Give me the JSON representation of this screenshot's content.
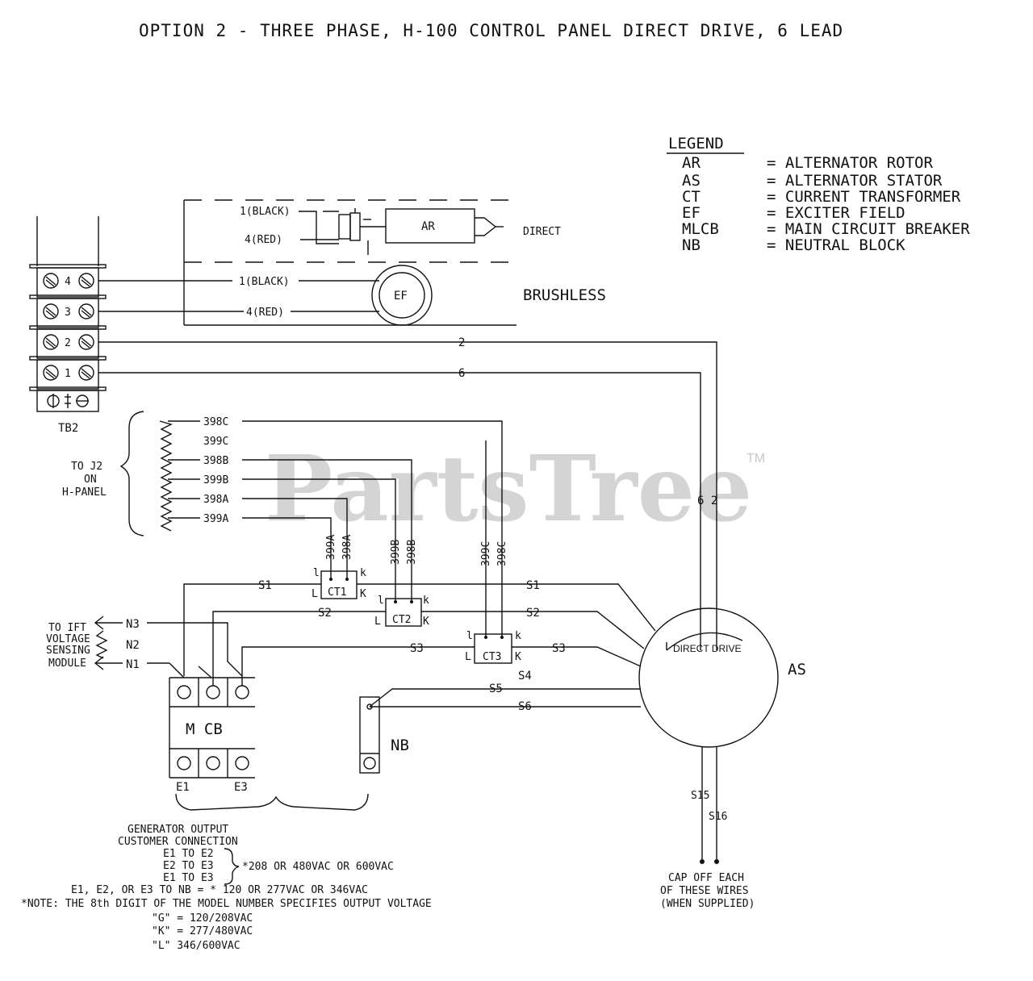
{
  "title": "OPTION 2 - THREE PHASE, H-100 CONTROL PANEL DIRECT DRIVE, 6 LEAD",
  "watermark": {
    "text": "PartsTree",
    "tm": "TM"
  },
  "legend": {
    "heading": "LEGEND",
    "entries": [
      {
        "abbr": "AR",
        "desc": "= ALTERNATOR ROTOR"
      },
      {
        "abbr": "AS",
        "desc": "= ALTERNATOR STATOR"
      },
      {
        "abbr": "CT",
        "desc": "= CURRENT TRANSFORMER"
      },
      {
        "abbr": "EF",
        "desc": "= EXCITER FIELD"
      },
      {
        "abbr": "MLCB",
        "desc": "= MAIN CIRCUIT BREAKER"
      },
      {
        "abbr": "NB",
        "desc": "= NEUTRAL BLOCK"
      }
    ]
  },
  "tb2": {
    "label": "TB2",
    "terminals": [
      "4",
      "3",
      "2",
      "1"
    ]
  },
  "direct_box": {
    "wire1": "1(BLACK)",
    "wire4": "4(RED)",
    "rotor": "AR",
    "label": "DIRECT"
  },
  "brushless_box": {
    "wire1": "1(BLACK)",
    "wire4": "4(RED)",
    "exciter": "EF",
    "label": "BRUSHLESS"
  },
  "wires": {
    "w2": "2",
    "w6": "6",
    "pair": "6 2"
  },
  "ct_leads": [
    "398C",
    "399C",
    "398B",
    "399B",
    "398A",
    "399A"
  ],
  "to_j2": [
    "TO J2",
    "ON",
    "H-PANEL"
  ],
  "ct_vertical": {
    "ct1": [
      "399A",
      "398A"
    ],
    "ct2": [
      "399B",
      "398B"
    ],
    "ct3": [
      "399C",
      "398C"
    ]
  },
  "ct": {
    "ct1": "CT1",
    "ct2": "CT2",
    "ct3": "CT3",
    "l": "L",
    "k": "K",
    "lc": "l",
    "kc": "k"
  },
  "stator_wires": {
    "s1": "S1",
    "s2": "S2",
    "s3": "S3",
    "s4": "S4",
    "s5": "S5",
    "s6": "S6",
    "s15": "S15",
    "s16": "S16"
  },
  "stator": {
    "label": "AS",
    "inner": "DIRECT DRIVE"
  },
  "sensing": {
    "label": [
      "TO IFT",
      "VOLTAGE",
      "SENSING",
      "MODULE"
    ],
    "n3": "N3",
    "n2": "N2",
    "n1": "N1"
  },
  "breaker": {
    "label": "M CB",
    "e1": "E1",
    "e3": "E3"
  },
  "neutral": {
    "label": "NB"
  },
  "cap_note": [
    "CAP OFF EACH",
    "OF THESE WIRES",
    "(WHEN SUPPLIED)"
  ],
  "output_note": {
    "heading": [
      "GENERATOR OUTPUT",
      "CUSTOMER CONNECTION"
    ],
    "pairs": [
      "E1 TO E2",
      "E2 TO E3",
      "E1 TO E3"
    ],
    "voltage": "*208 OR 480VAC OR 600VAC",
    "neutral_line": "E1, E2, OR E3 TO NB = * 120 OR 277VAC OR 346VAC",
    "note": "*NOTE: THE 8th DIGIT OF THE MODEL NUMBER SPECIFIES OUTPUT VOLTAGE",
    "codes": [
      "\"G\" = 120/208VAC",
      "\"K\" = 277/480VAC",
      "\"L\"   346/600VAC"
    ]
  }
}
